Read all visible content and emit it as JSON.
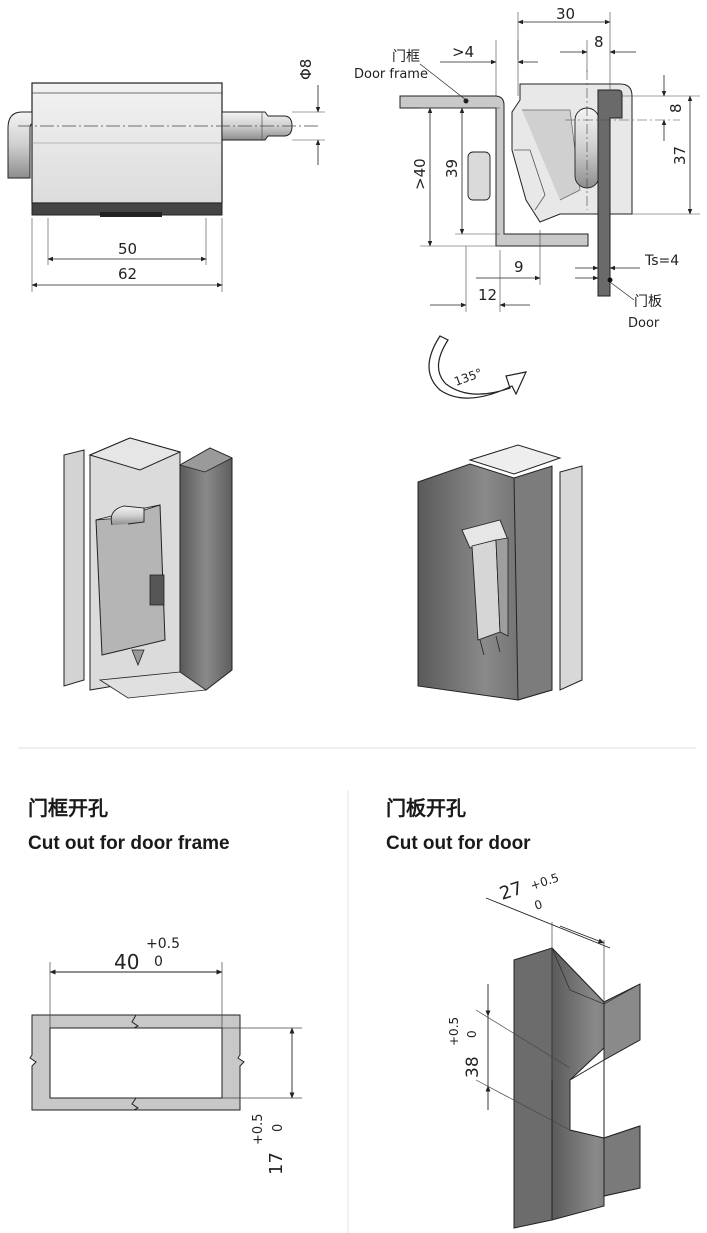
{
  "top_left": {
    "dim_phi8": "Φ8",
    "dim_50": "50",
    "dim_62": "62"
  },
  "top_right": {
    "label_frame_cn": "门框",
    "label_frame_en": "Door frame",
    "dim_gt4": ">4",
    "dim_30": "30",
    "dim_8_top": "8",
    "dim_8_right": "8",
    "dim_37": "37",
    "dim_gt40": ">40",
    "dim_39": "39",
    "dim_9": "9",
    "dim_12": "12",
    "dim_ts4": "Ts=4",
    "label_door_cn": "门板",
    "label_door_en": "Door",
    "rotation_angle": "135°"
  },
  "cutouts": {
    "frame": {
      "title_cn": "门框开孔",
      "title_en": "Cut out for door frame",
      "dim_width": "40",
      "tol_width_upper": "+0.5",
      "tol_width_lower": "0",
      "dim_height": "17",
      "tol_height_upper": "+0.5",
      "tol_height_lower": "0"
    },
    "door": {
      "title_cn": "门板开孔",
      "title_en": "Cut out for door",
      "dim_width": "27",
      "tol_width_upper": "+0.5",
      "tol_width_lower": "0",
      "dim_height": "38",
      "tol_height_upper": "+0.5",
      "tol_height_lower": "0"
    }
  },
  "colors": {
    "line": "#222222",
    "metal_light": "#e6e6e6",
    "metal_mid": "#bdbdbd",
    "metal_dark": "#6e6e6e",
    "panel_gray": "#c8c8c8"
  }
}
